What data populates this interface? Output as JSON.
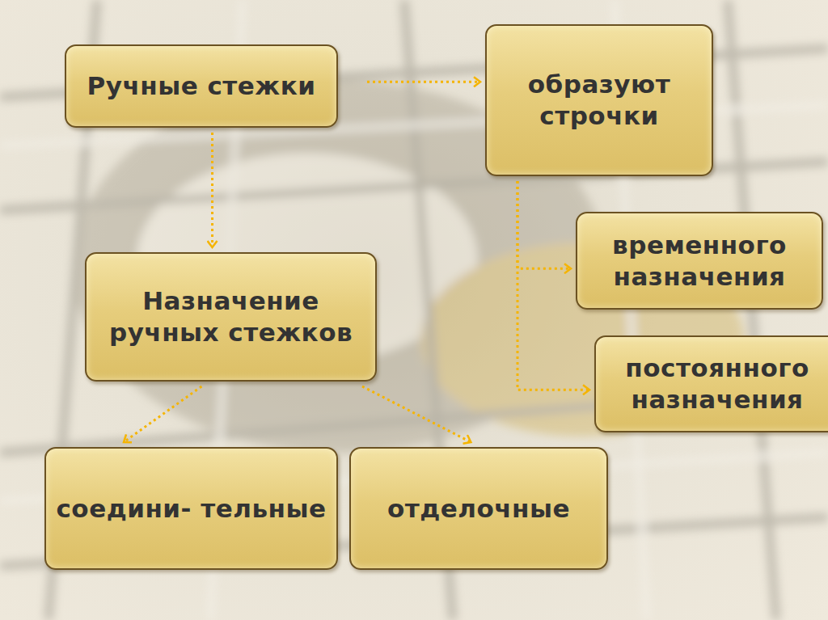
{
  "diagram": {
    "nodes": [
      {
        "text": [
          "Ручные стежки"
        ]
      },
      {
        "text": [
          "образуют строчки"
        ]
      },
      {
        "text": [
          "временного назначения"
        ]
      },
      {
        "text": [
          "постоянного назначения"
        ]
      },
      {
        "text": [
          "Назначение ручных стежков"
        ]
      },
      {
        "text": [
          "соедини- тельные"
        ]
      },
      {
        "text": [
          "отделочные"
        ]
      }
    ],
    "edges": [
      {
        "from": 0,
        "to": 1,
        "arrow": "to"
      },
      {
        "from": 0,
        "to": 4,
        "arrow": "to"
      },
      {
        "from": 1,
        "to": 2,
        "arrow": "to"
      },
      {
        "from": 1,
        "to": 3,
        "arrow": "to"
      },
      {
        "from": 4,
        "to": 5,
        "arrow": "to"
      },
      {
        "from": 4,
        "to": 6,
        "arrow": "to"
      }
    ]
  }
}
